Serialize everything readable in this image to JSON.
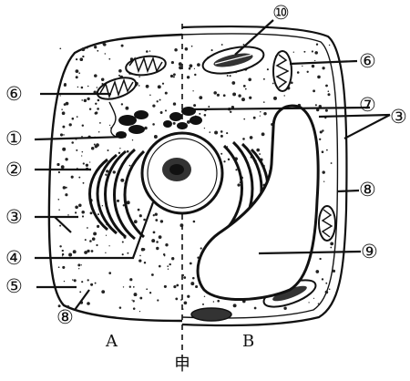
{
  "diagram": {
    "labels": {
      "l1": "①",
      "l2": "②",
      "l3": "③",
      "l4": "④",
      "l5": "⑤",
      "l6": "⑥",
      "l7": "⑦",
      "l8": "⑧",
      "l9": "⑨",
      "l10": "⑩"
    },
    "half_a": "A",
    "half_b": "B",
    "divider_label": "甲"
  }
}
